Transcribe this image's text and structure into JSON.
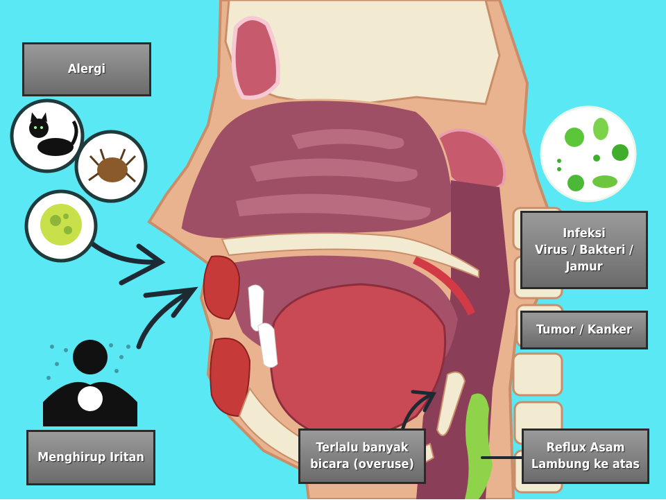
{
  "colors": {
    "background": "#5ae8f4",
    "skin": "#e9b38f",
    "skin_outline": "#c98d6a",
    "bone": "#f3ead2",
    "cavity": "#9e4f66",
    "mucosa_dark": "#7a3045",
    "tongue": "#c94a55",
    "red_tissue": "#c73a3a",
    "green_reflux": "#8ed34a",
    "label_bg": "#7a7a7a",
    "label_border": "#2a2a2a",
    "arrow": "#1e2a33"
  },
  "labels": {
    "alergi": "Alergi",
    "infeksi": [
      "Infeksi",
      "Virus / Bakteri /",
      "Jamur"
    ],
    "tumor": "Tumor / Kanker",
    "menghirup": "Menghirup Iritan",
    "terlalu_bicara": [
      "Terlalu banyak",
      "bicara (overuse)"
    ],
    "reflux": [
      "Reflux Asam",
      "Lambung ke atas"
    ]
  },
  "icons": {
    "cat": "cat-icon",
    "mite": "dust-mite-icon",
    "pollen": "pollen-icon",
    "microbes": "microbes-icon",
    "person": "person-inhaling-smoke-icon"
  }
}
